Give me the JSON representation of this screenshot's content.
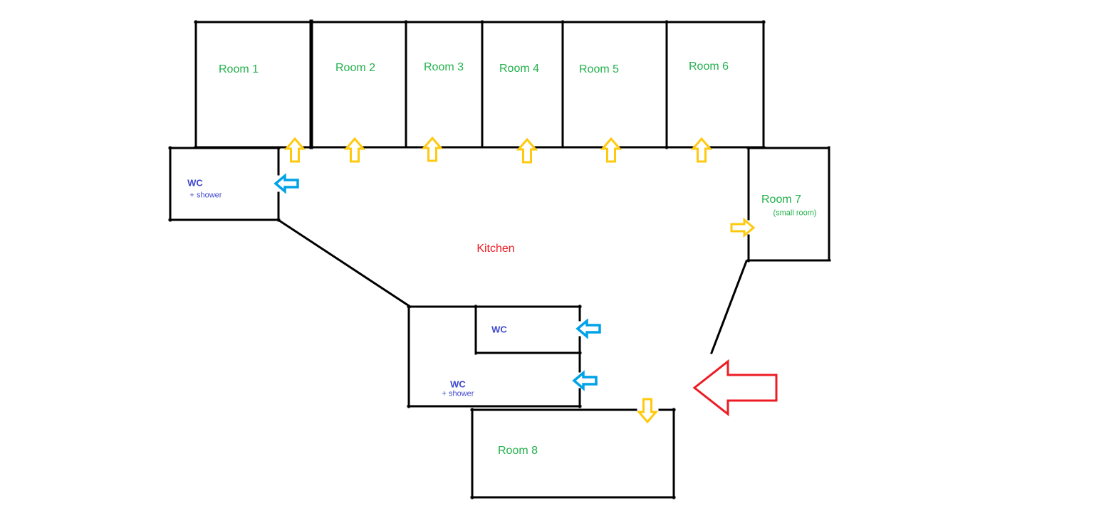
{
  "colors": {
    "wall": "#000000",
    "room_label": "#22b14c",
    "wc_label": "#3f48cc",
    "kitchen_label": "#ed1c24",
    "door_arrow": "#ffc90e",
    "wc_arrow": "#00a2e8",
    "entrance_arrow": "#ed1c24"
  },
  "rooms": [
    {
      "label": "Room 1"
    },
    {
      "label": "Room 2"
    },
    {
      "label": "Room 3"
    },
    {
      "label": "Room 4"
    },
    {
      "label": "Room 5"
    },
    {
      "label": "Room 6"
    },
    {
      "label": "Room 7",
      "sublabel": "(small room)"
    },
    {
      "label": "Room 8"
    }
  ],
  "areas": {
    "kitchen": {
      "label": "Kitchen"
    },
    "wc_left": {
      "label": "WC",
      "sublabel": "+ shower"
    },
    "wc_middle": {
      "label": "WC"
    },
    "wc_middle_shower": {
      "label": "WC",
      "sublabel": "+ shower"
    }
  },
  "icons": {
    "room_door_arrows": "yellow-up-arrow-icon",
    "room7_door_arrow": "yellow-right-arrow-icon",
    "room8_door_arrow": "yellow-down-arrow-icon",
    "wc_door_arrows": "cyan-left-arrow-icon",
    "entrance_arrow": "red-left-arrow-icon"
  }
}
